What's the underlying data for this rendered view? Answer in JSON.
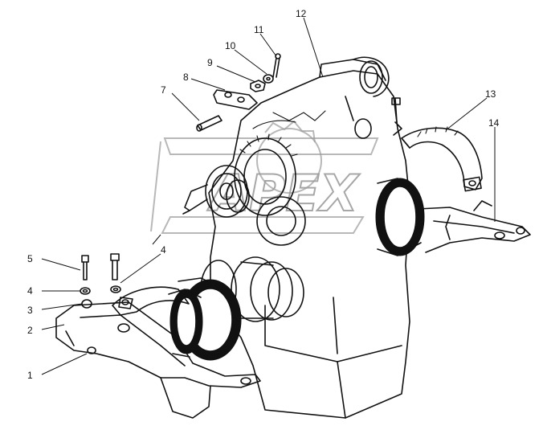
{
  "watermark": {
    "text": "APEX"
  },
  "callouts": [
    {
      "id": "callout-1",
      "label": "1"
    },
    {
      "id": "callout-2",
      "label": "2"
    },
    {
      "id": "callout-3",
      "label": "3"
    },
    {
      "id": "callout-4a",
      "label": "4"
    },
    {
      "id": "callout-4b",
      "label": "4"
    },
    {
      "id": "callout-5",
      "label": "5"
    },
    {
      "id": "callout-7",
      "label": "7"
    },
    {
      "id": "callout-8",
      "label": "8"
    },
    {
      "id": "callout-9",
      "label": "9"
    },
    {
      "id": "callout-10",
      "label": "10"
    },
    {
      "id": "callout-11",
      "label": "11"
    },
    {
      "id": "callout-12",
      "label": "12"
    },
    {
      "id": "callout-13",
      "label": "13"
    },
    {
      "id": "callout-14",
      "label": "14"
    }
  ]
}
